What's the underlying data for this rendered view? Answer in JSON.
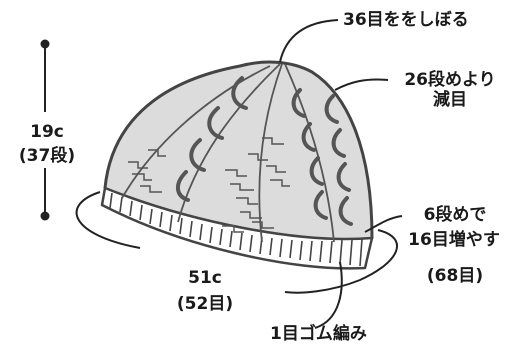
{
  "labels": {
    "top_decrease": "36目ををしぼる",
    "crown_decrease_line1": "26段めより",
    "crown_decrease_line2": "減目",
    "height_cm": "19c",
    "height_rows": "(37段)",
    "increase_line1": "6段めで",
    "increase_line2": "16目増やす",
    "increase_line3": "(68目)",
    "width_cm": "51c",
    "width_stitches": "(52目)",
    "ribbing": "1目ゴム編み"
  },
  "colors": {
    "ink": "#1a1a1a",
    "hat_fill": "#dcdcdc",
    "hat_stroke": "#444444"
  }
}
